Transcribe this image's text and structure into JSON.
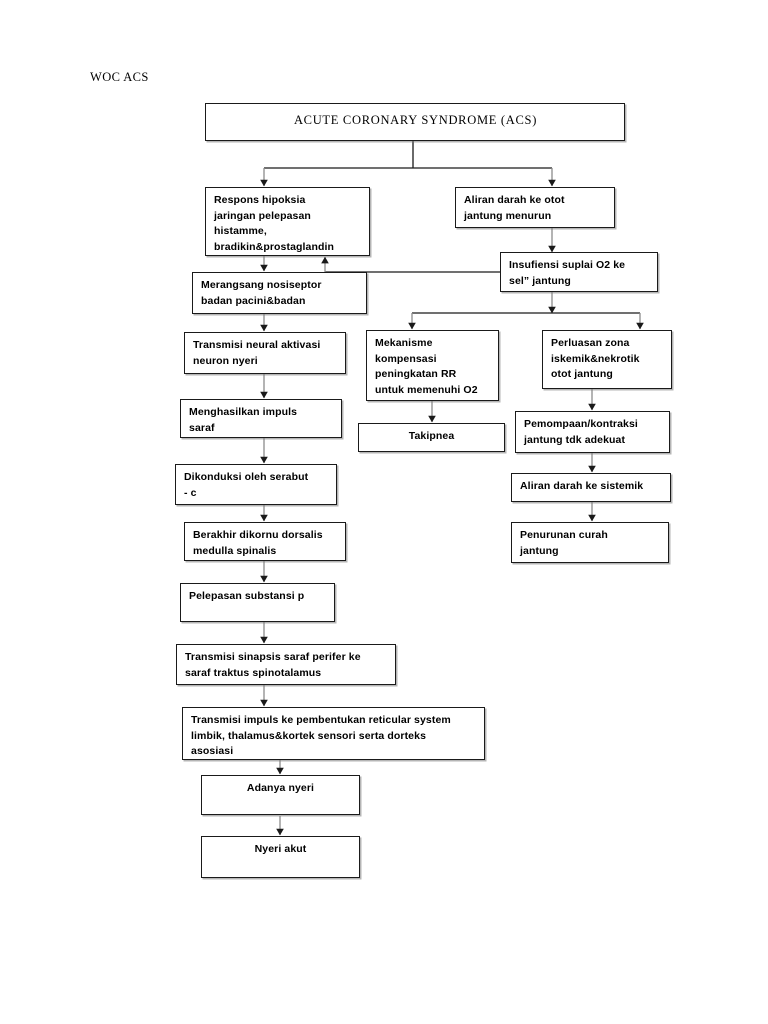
{
  "document": {
    "heading": "WOC ACS"
  },
  "diagram": {
    "type": "flowchart",
    "title": "WOC ACS",
    "nodes": [
      {
        "id": "acs",
        "label": "ACUTE CORONARY SYNDROME  (ACS)"
      },
      {
        "id": "respons",
        "label": "Respons hipoksia\njaringan pelepasan\nhistamme,\nbradikin&prostaglandin"
      },
      {
        "id": "aliran_otot",
        "label": "Aliran darah ke otot\njantung menurun"
      },
      {
        "id": "insufiensi",
        "label": "Insufiensi suplai O2 ke\nsel” jantung"
      },
      {
        "id": "merangsang",
        "label": "Merangsang nosiseptor\nbadan pacini&badan"
      },
      {
        "id": "mekanisme",
        "label": "Mekanisme\nkompensasi\npeningkatan RR\nuntuk memenuhi O2"
      },
      {
        "id": "perluasan",
        "label": "Perluasan zona\niskemik&nekrotik\notot jantung"
      },
      {
        "id": "transmisi_neural",
        "label": "Transmisi neural aktivasi\nneuron nyeri"
      },
      {
        "id": "takipnea",
        "label": "Takipnea"
      },
      {
        "id": "pemompaan",
        "label": "Pemompaan/kontraksi\njantung tdk adekuat"
      },
      {
        "id": "menghasilkan",
        "label": "Menghasilkan impuls\nsaraf"
      },
      {
        "id": "aliran_sistemik",
        "label": "Aliran darah ke sistemik"
      },
      {
        "id": "dikonduksi",
        "label": "Dikonduksi oleh serabut\n- c"
      },
      {
        "id": "penurunan",
        "label": "Penurunan curah\njantung"
      },
      {
        "id": "berakhir",
        "label": "Berakhir dikornu dorsalis\nmedulla spinalis"
      },
      {
        "id": "pelepasan",
        "label": "Pelepasan substansi p"
      },
      {
        "id": "sinapsis",
        "label": "Transmisi sinapsis saraf perifer ke\nsaraf traktus spinotalamus"
      },
      {
        "id": "impuls_retic",
        "label": "Transmisi impuls ke pembentukan reticular system\nlimbik, thalamus&kortek sensori serta dorteks\nasosiasi"
      },
      {
        "id": "adanya_nyeri",
        "label": "Adanya nyeri"
      },
      {
        "id": "nyeri_akut",
        "label": "Nyeri akut"
      }
    ],
    "edges": [
      {
        "from": "acs",
        "to": "respons"
      },
      {
        "from": "acs",
        "to": "aliran_otot"
      },
      {
        "from": "respons",
        "to": "merangsang"
      },
      {
        "from": "aliran_otot",
        "to": "insufiensi"
      },
      {
        "from": "insufiensi",
        "to": "respons"
      },
      {
        "from": "insufiensi",
        "to": "mekanisme"
      },
      {
        "from": "insufiensi",
        "to": "perluasan"
      },
      {
        "from": "merangsang",
        "to": "transmisi_neural"
      },
      {
        "from": "mekanisme",
        "to": "takipnea"
      },
      {
        "from": "perluasan",
        "to": "pemompaan"
      },
      {
        "from": "transmisi_neural",
        "to": "menghasilkan"
      },
      {
        "from": "pemompaan",
        "to": "aliran_sistemik"
      },
      {
        "from": "menghasilkan",
        "to": "dikonduksi"
      },
      {
        "from": "aliran_sistemik",
        "to": "penurunan"
      },
      {
        "from": "dikonduksi",
        "to": "berakhir"
      },
      {
        "from": "berakhir",
        "to": "pelepasan"
      },
      {
        "from": "pelepasan",
        "to": "sinapsis"
      },
      {
        "from": "sinapsis",
        "to": "impuls_retic"
      },
      {
        "from": "impuls_retic",
        "to": "adanya_nyeri"
      },
      {
        "from": "adanya_nyeri",
        "to": "nyeri_akut"
      }
    ],
    "colors": {
      "box_border": "#1a1a1a",
      "box_fill": "#ffffff",
      "connector": "#8c8c8c",
      "connector_dark": "#1a1a1a",
      "text": "#000000",
      "page_background": "#ffffff"
    }
  }
}
